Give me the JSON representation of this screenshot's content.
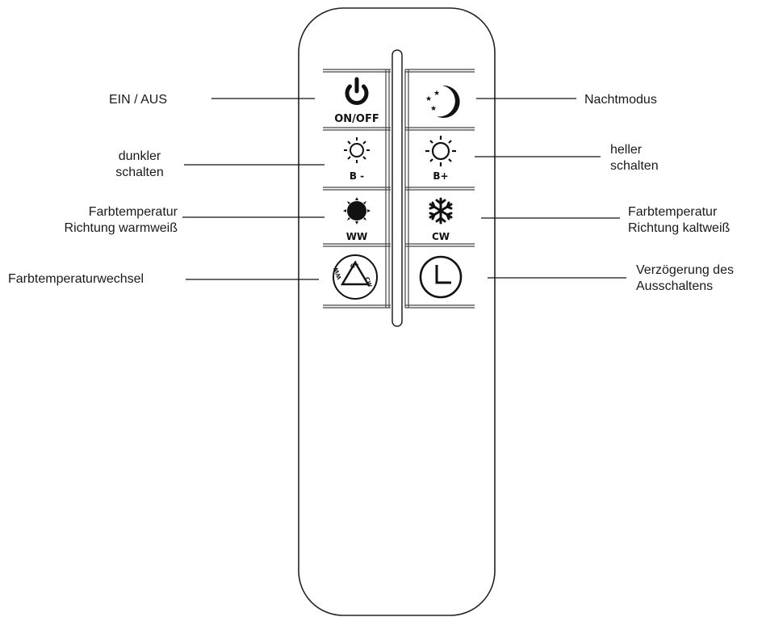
{
  "remote": {
    "buttons": {
      "on_off": {
        "caption": "ON/OFF",
        "icon": "power-icon"
      },
      "night": {
        "caption": "",
        "icon": "moon-stars-icon"
      },
      "dim": {
        "caption": "B -",
        "icon": "sun-small-icon"
      },
      "bright": {
        "caption": "B+",
        "icon": "sun-icon"
      },
      "ww": {
        "caption": "WW",
        "icon": "warm-sun-icon"
      },
      "cw": {
        "caption": "CW",
        "icon": "snowflake-icon"
      },
      "cycle": {
        "caption": "",
        "icon": "cct-cycle-icon",
        "marks": [
          "CC",
          "CW",
          "WW"
        ]
      },
      "timer": {
        "caption": "",
        "icon": "clock-icon"
      }
    }
  },
  "callouts": {
    "on_off": [
      "EIN / AUS"
    ],
    "night": [
      "Nachtmodus"
    ],
    "dim": [
      "dunkler",
      "schalten"
    ],
    "bright": [
      "heller",
      "schalten"
    ],
    "ww": [
      "Farbtemperatur",
      "Richtung warmweiß"
    ],
    "cw": [
      "Farbtemperatur",
      "Richtung kaltweiß"
    ],
    "cycle": [
      "Farbtemperaturwechsel"
    ],
    "timer": [
      "Verzögerung des",
      "Ausschaltens"
    ]
  }
}
